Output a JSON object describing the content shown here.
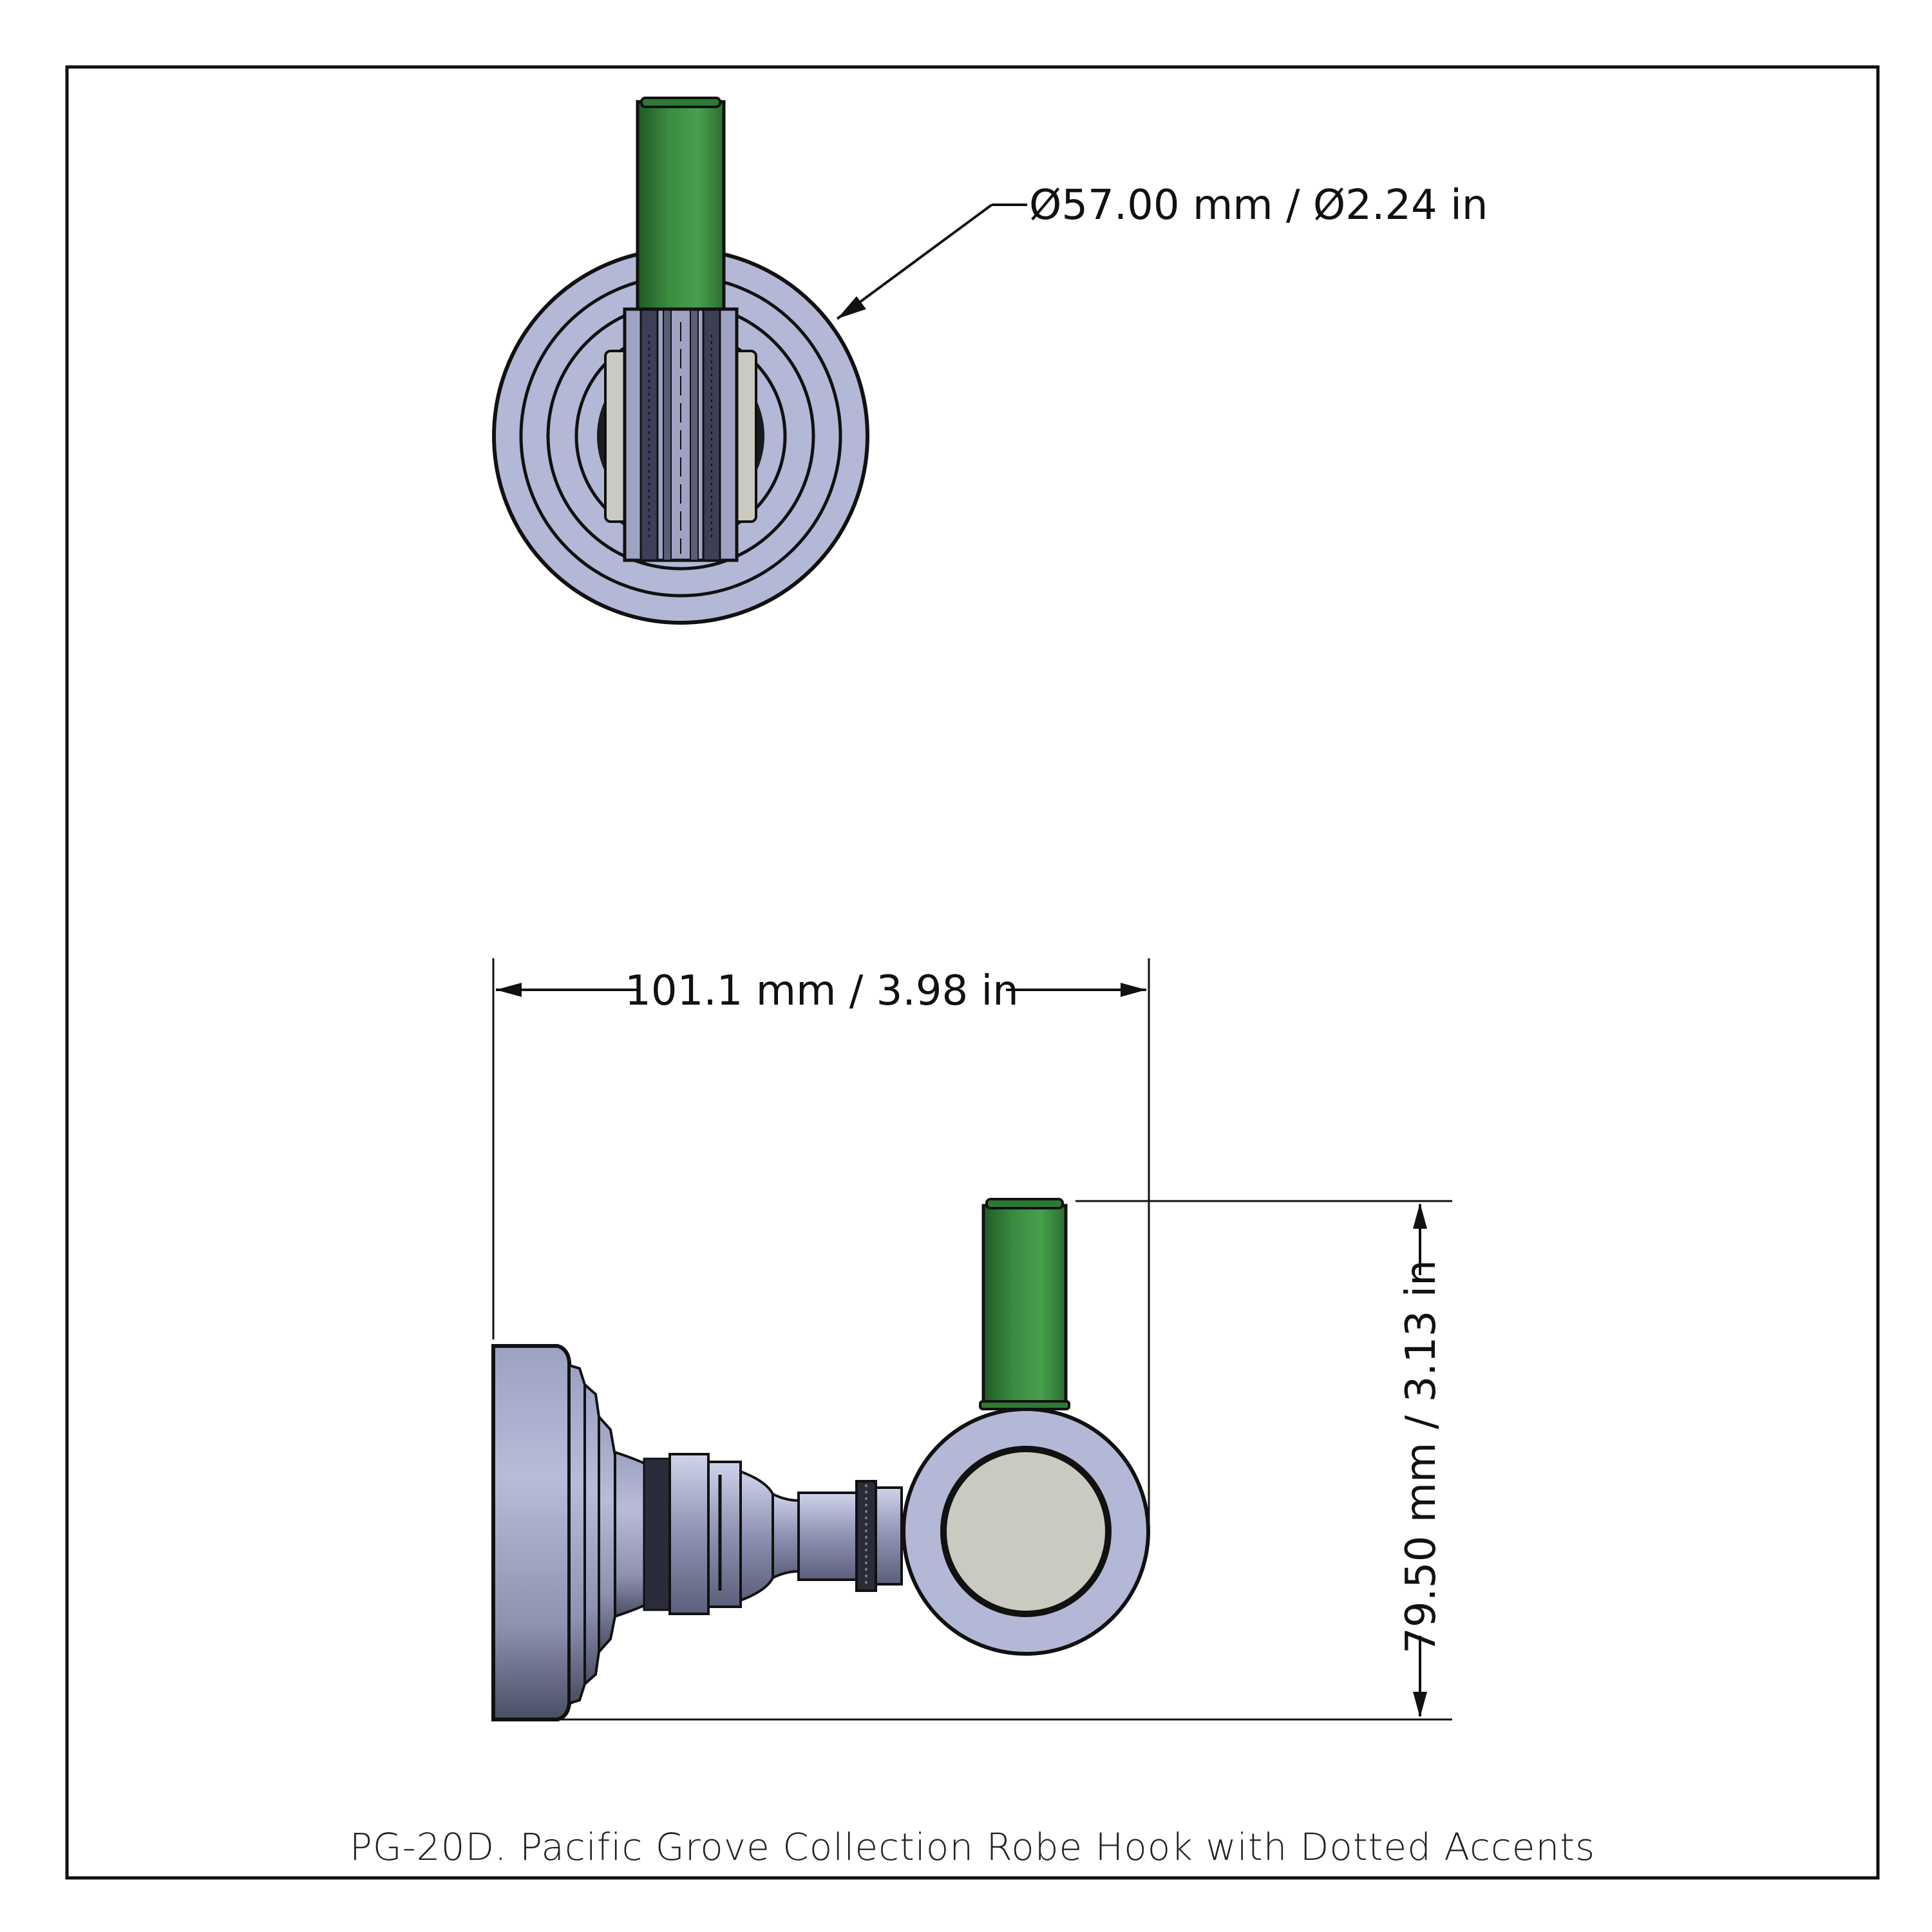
{
  "drawing": {
    "dimensions": {
      "diameter": "Ø57.00 mm / Ø2.24 in",
      "width": "101.1 mm / 3.98 in",
      "height": "79.50 mm / 3.13 in"
    },
    "caption": "PG-20D. Pacific Grove Collection Robe Hook with Dotted Accents",
    "colors": {
      "metal": "#b3b8d6",
      "metal_dark": "#4a4d63",
      "accent_green": "#3f8f45",
      "accent_green_dark": "#1f5a25",
      "hook_face": "#c9cbc0",
      "outline": "#111111"
    }
  }
}
